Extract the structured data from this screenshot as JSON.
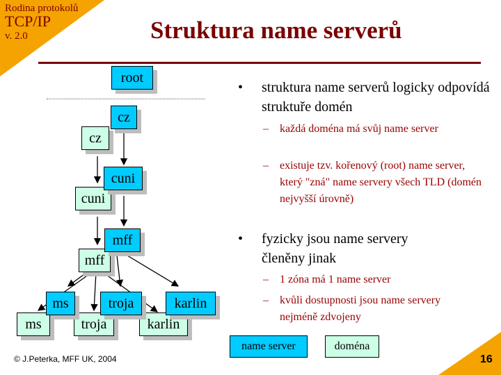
{
  "header": {
    "series": "Rodina protokolů",
    "subject": "TCP/IP",
    "version": "v. 2.0",
    "title": "Struktura name serverů"
  },
  "diagram": {
    "name_servers": {
      "root": "root",
      "cz": "cz",
      "cuni": "cuni",
      "mff": "mff",
      "ms": "ms",
      "troja": "troja",
      "karlin": "karlin"
    },
    "domains": {
      "cz": "cz",
      "cuni": "cuni",
      "mff": "mff",
      "ms": "ms",
      "troja": "troja",
      "karlin": "karlin"
    }
  },
  "bullets": [
    {
      "text": "struktura name serverů logicky odpovídá struktuře domén",
      "sub": [
        "každá doména má svůj name server",
        "existuje tzv. kořenový (root) name server, který \"zná\" name servery všech TLD (domén nejvyšší úrovně)"
      ]
    },
    {
      "text": "fyzicky jsou name servery členěny jinak",
      "sub": [
        "1 zóna má 1 name server",
        "kvůli dostupnosti jsou name servery nejméně zdvojeny"
      ]
    }
  ],
  "bullet_marks": {
    "main": "•",
    "sub": "–"
  },
  "legend": {
    "name_server": "name server",
    "domain": "doména"
  },
  "footer": {
    "copyright": "© J.Peterka, MFF UK, 2004",
    "page": "16"
  },
  "colors": {
    "accent": "#f5a300",
    "title": "#7a0000",
    "name_server_fill": "#00ccff",
    "domain_fill": "#ccffe6",
    "sub_bullet_text": "#990000"
  }
}
